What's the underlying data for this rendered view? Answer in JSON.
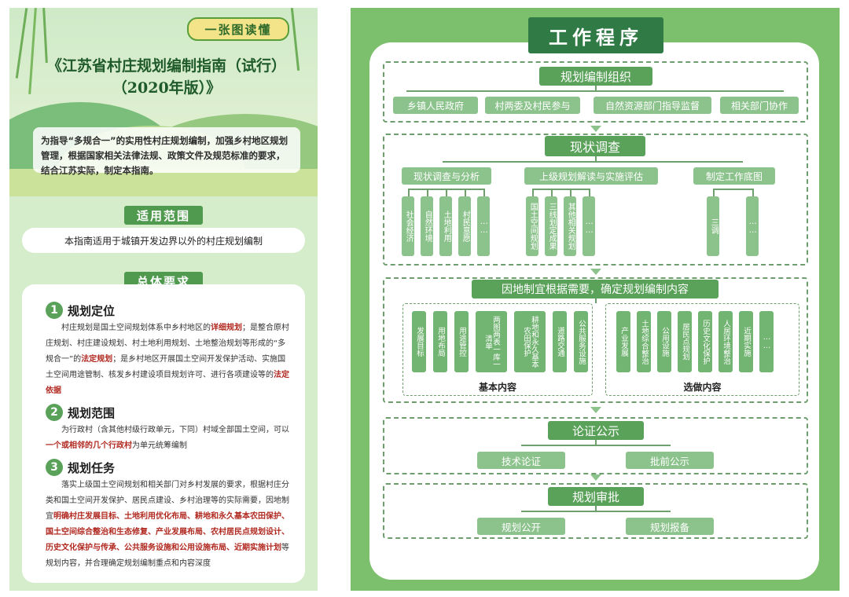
{
  "left": {
    "banner": "一张图读懂",
    "title": "《江苏省村庄规划编制指南（试行）（2020年版）》",
    "intro": "为指导“多规合一”的实用性村庄规划编制，加强乡村地区规划管理，根据国家相关法律法规、政策文件及规范标准的要求，结合江苏实际，制定本指南。",
    "scope_heading": "适用范围",
    "scope_text": "本指南适用于城镇开发边界以外的村庄规划编制",
    "overall_heading": "总体要求",
    "items": [
      {
        "num": "1",
        "title": "规划定位",
        "parts": [
          {
            "t": "村庄规划是国土空间规划体系中乡村地区的",
            "h": false
          },
          {
            "t": "详细规划",
            "h": true
          },
          {
            "t": "；是整合原村庄规划、村庄建设规划、村土地利用规划、土地整治规划等形成的“多规合一”的",
            "h": false
          },
          {
            "t": "法定规划",
            "h": true
          },
          {
            "t": "；是乡村地区开展国土空间开发保护活动、实施国土空间用途管制、核发乡村建设项目规划许可、进行各项建设等的",
            "h": false
          },
          {
            "t": "法定依据",
            "h": true
          }
        ]
      },
      {
        "num": "2",
        "title": "规划范围",
        "parts": [
          {
            "t": "为行政村（含其他村级行政单元，下同）村域全部国土空间，可以",
            "h": false
          },
          {
            "t": "一个或相邻的几个行政村",
            "h": true
          },
          {
            "t": "为单元统筹编制",
            "h": false
          }
        ]
      },
      {
        "num": "3",
        "title": "规划任务",
        "parts": [
          {
            "t": "落实上级国土空间规划和相关部门对乡村发展的要求，根据村庄分类和国土空间开发保护、居民点建设、乡村治理等的实际需要，因地制宜",
            "h": false
          },
          {
            "t": "明确村庄发展目标、土地利用优化布局、耕地和永久基本农田保护、国土空间综合整治和生态修复、产业发展布局、农村居民点规划设计、历史文化保护与传承、公共服务设施和公用设施布局、近期实施计划",
            "h": true
          },
          {
            "t": "等规划内容，并合理确定规划编制重点和内容深度",
            "h": false
          }
        ]
      }
    ]
  },
  "right": {
    "title": "工作程序",
    "s1": {
      "header": "规划编制组织",
      "boxes": [
        "乡镇人民政府",
        "村两委及村民参与",
        "自然资源部门指导监督",
        "相关部门协作"
      ]
    },
    "s2": {
      "header": "现状调查",
      "groups": [
        {
          "label": "现状调查与分析",
          "items": [
            "社会经济",
            "自然环境",
            "土地利用",
            "村民意愿",
            "……"
          ]
        },
        {
          "label": "上级规划解读与实施评估",
          "items": [
            "国土空间规划",
            "三线划定成果",
            "其他相关规划",
            "……"
          ]
        },
        {
          "label": "制定工作底图",
          "items": [
            "三调",
            "……"
          ]
        }
      ]
    },
    "s3": {
      "header": "因地制宜根据需要，确定规划编制内容",
      "basic_label": "基本内容",
      "basic": [
        "发展目标",
        "用地布局",
        "用途管控",
        "两图两表一库一清单",
        "耕地和永久基本农田保护",
        "道路交通",
        "公共服务设施"
      ],
      "optional_label": "选做内容",
      "optional": [
        "产业发展",
        "土地综合整治",
        "公用设施",
        "居民点规划",
        "历史文化保护",
        "人居环境整治",
        "近期实施",
        "……"
      ]
    },
    "s4": {
      "header": "论证公示",
      "boxes": [
        "技术论证",
        "批前公示"
      ]
    },
    "s5": {
      "header": "规划审批",
      "boxes": [
        "规划公开",
        "规划报备"
      ]
    }
  }
}
